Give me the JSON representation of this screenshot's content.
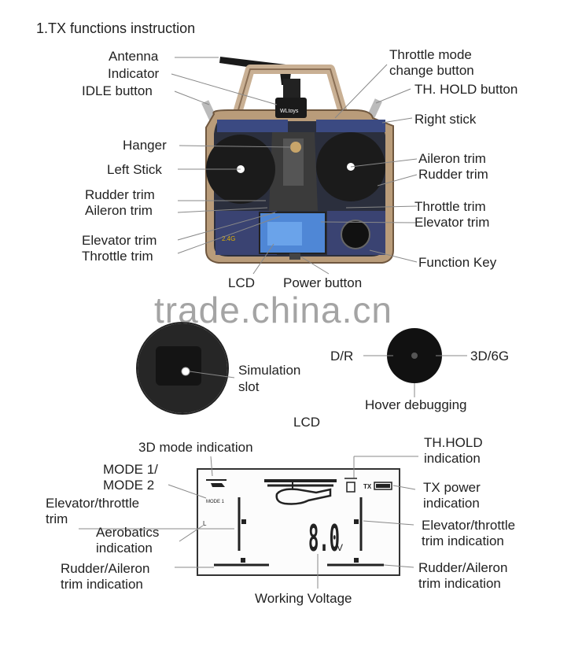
{
  "title": "1.TX functions instruction",
  "transmitter": {
    "labels": {
      "antenna": "Antenna",
      "indicator": "Indicator",
      "idle_button": "IDLE  button",
      "hanger": "Hanger",
      "left_stick": "Left Stick",
      "rudder_trim_l": "Rudder trim",
      "aileron_trim_l": "Aileron  trim",
      "elevator_trim_l": "Elevator trim",
      "throttle_trim_l": "Throttle trim",
      "lcd": "LCD",
      "power_button": "Power button",
      "throttle_mode_1": "Throttle mode",
      "throttle_mode_2": "change button",
      "th_hold_button": "TH. HOLD button",
      "right_stick": "Right stick",
      "aileron_trim_r": "Aileron trim",
      "rudder_trim_r": "Rudder trim",
      "throttle_trim_r": "Throttle trim",
      "elevator_trim_r": "Elevator trim",
      "function_key": "Function Key"
    },
    "screen_badge": "2.4G",
    "brand": "WLtoys"
  },
  "watermark": "trade.china.cn",
  "simulation": {
    "line1": "Simulation",
    "line2": "slot"
  },
  "function_key_detail": {
    "dr": "D/R",
    "mode_3d6g": "3D/6G",
    "hover": "Hover debugging"
  },
  "lcd_section": {
    "heading": "LCD",
    "labels": {
      "mode_3d": "3D mode indication",
      "mode1": "MODE 1/",
      "mode2": "MODE 2",
      "elev_throttle_trim_1": "Elevator/throttle",
      "elev_throttle_trim_2": "trim",
      "aerobatics_1": "Aerobatics",
      "aerobatics_2": "indication",
      "rudder_aileron_l_1": "Rudder/Aileron",
      "rudder_aileron_l_2": "trim indication",
      "working_voltage": "Working Voltage",
      "th_hold_1": "TH.HOLD",
      "th_hold_2": "indication",
      "tx_power_1": "TX power",
      "tx_power_2": "indication",
      "elev_throttle_ind_1": "Elevator/throttle",
      "elev_throttle_ind_2": "trim indication",
      "rudder_aileron_r_1": "Rudder/Aileron",
      "rudder_aileron_r_2": "trim indication"
    },
    "screen": {
      "mode_text": "MODE 1",
      "aero_text": "L",
      "tx_text": "TX",
      "voltage": "8.0",
      "voltage_unit": "V"
    }
  }
}
